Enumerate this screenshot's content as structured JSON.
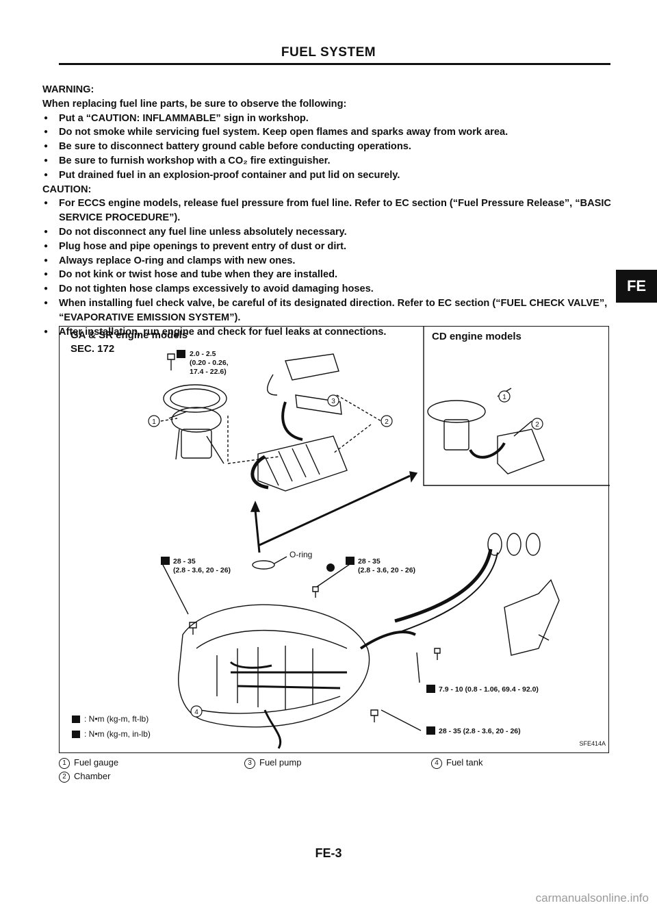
{
  "header": {
    "title": "FUEL SYSTEM"
  },
  "section_tab": "FE",
  "warning": {
    "heading": "WARNING:",
    "intro": "When replacing fuel line parts, be sure to observe the following:",
    "items": [
      "Put a “CAUTION: INFLAMMABLE” sign in workshop.",
      "Do not smoke while servicing fuel system. Keep open flames and sparks away from work area.",
      "Be sure to disconnect battery ground cable before conducting operations.",
      "Be sure to furnish workshop with a CO₂ fire extinguisher.",
      "Put drained fuel in an explosion-proof container and put lid on securely."
    ]
  },
  "caution": {
    "heading": "CAUTION:",
    "items": [
      "For ECCS engine models, release fuel pressure from fuel line. Refer to EC section (“Fuel Pressure Release”, “BASIC SERVICE PROCEDURE”).",
      "Do not disconnect any fuel line unless absolutely necessary.",
      "Plug hose and pipe openings to prevent entry of dust or dirt.",
      "Always replace O-ring and clamps with new ones.",
      "Do not kink or twist hose and tube when they are installed.",
      "Do not tighten hose clamps excessively to avoid damaging hoses.",
      "When installing fuel check valve, be careful of its designated direction. Refer to EC section (“FUEL CHECK VALVE”, “EVAPORATIVE EMISSION SYSTEM”).",
      "After installation, run engine and check for fuel leaks at connections."
    ]
  },
  "figure": {
    "left_title": "GA & SR engine models",
    "section_ref": "SEC. 172",
    "right_title": "CD engine models",
    "torque_top": [
      "2.0 - 2.5",
      "(0.20 - 0.26,",
      "17.4 - 22.6)"
    ],
    "torque_left": [
      "28 - 35",
      "(2.8 - 3.6, 20 - 26)"
    ],
    "torque_mid": [
      "28 - 35",
      "(2.8 - 3.6, 20 - 26)"
    ],
    "torque_filler": "7.9 - 10 (0.8 - 1.06, 69.4 - 92.0)",
    "torque_bottom": "28 - 35 (2.8 - 3.6, 20 - 26)",
    "oring_label": "O-ring",
    "legend_nm": ": N•m (kg-m, ft-lb)",
    "legend_inlb": ": N•m (kg-m, in-lb)",
    "figure_code": "SFE414A",
    "callouts": [
      "1",
      "2",
      "3",
      "4"
    ]
  },
  "captions": [
    {
      "num": "1",
      "text": "Fuel gauge"
    },
    {
      "num": "2",
      "text": "Chamber"
    },
    {
      "num": "3",
      "text": "Fuel pump"
    },
    {
      "num": "4",
      "text": "Fuel tank"
    }
  ],
  "page_number": "FE-3",
  "watermark": "carmanualsonline.info"
}
